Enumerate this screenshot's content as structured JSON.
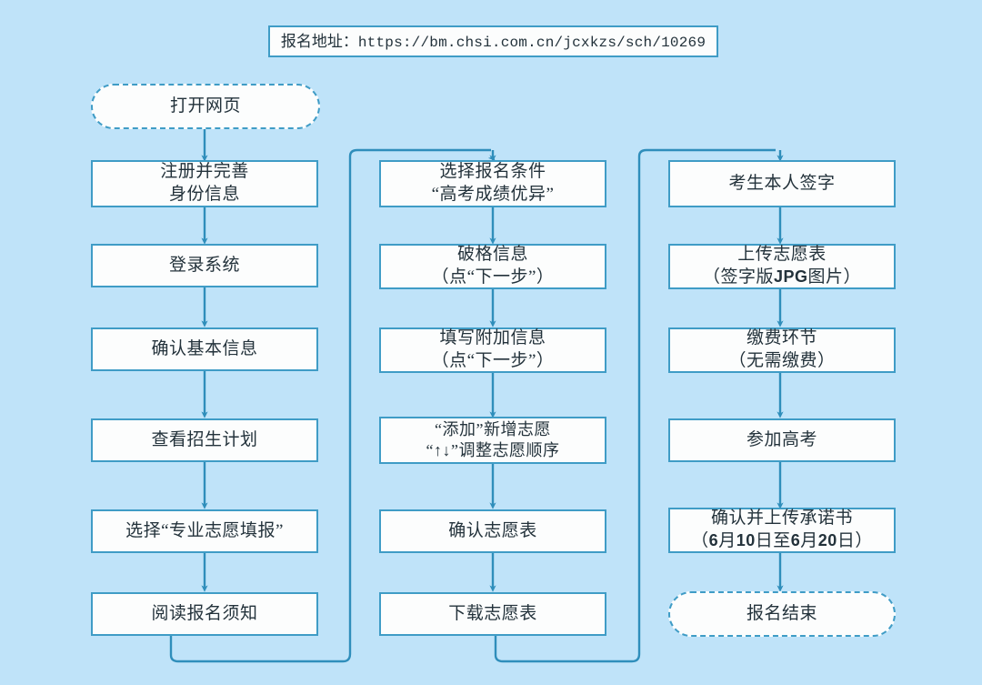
{
  "page": {
    "background_color": "#bfe3f9",
    "line_color": "#2f8ebb",
    "box_border_color": "#3f9cc6",
    "box_fill_color": "#fcfdfd",
    "text_color": "#23323b"
  },
  "url_banner": {
    "label": "报名地址：",
    "url": "https://bm.chsi.com.cn/jcxkzs/sch/10269"
  },
  "columns": [
    {
      "name": "column-1",
      "nodes": [
        {
          "id": "open-webpage",
          "shape": "terminal",
          "lines": [
            "打开网页"
          ]
        },
        {
          "id": "register-identity",
          "shape": "process",
          "lines": [
            "注册并完善",
            "身份信息"
          ]
        },
        {
          "id": "login-system",
          "shape": "process",
          "lines": [
            "登录系统"
          ]
        },
        {
          "id": "confirm-basic-info",
          "shape": "process",
          "lines": [
            "确认基本信息"
          ]
        },
        {
          "id": "view-enrollment-plan",
          "shape": "process",
          "lines": [
            "查看招生计划"
          ]
        },
        {
          "id": "select-major-application",
          "shape": "process",
          "lines": [
            "选择“专业志愿填报”"
          ]
        },
        {
          "id": "read-application-notice",
          "shape": "process",
          "lines": [
            "阅读报名须知"
          ]
        }
      ]
    },
    {
      "name": "column-2",
      "nodes": [
        {
          "id": "select-eligibility",
          "shape": "process",
          "lines": [
            "选择报名条件",
            "“高考成绩优异”"
          ]
        },
        {
          "id": "exceptional-info",
          "shape": "process",
          "lines": [
            "破格信息",
            "（点“下一步”）"
          ]
        },
        {
          "id": "fill-additional-info",
          "shape": "process",
          "lines": [
            "填写附加信息",
            "（点“下一步”）"
          ]
        },
        {
          "id": "add-adjust-choices",
          "shape": "process",
          "lines": [
            "“添加”新增志愿",
            "“↑↓”调整志愿顺序"
          ]
        },
        {
          "id": "confirm-choice-form",
          "shape": "process",
          "lines": [
            "确认志愿表"
          ]
        },
        {
          "id": "download-choice-form",
          "shape": "process",
          "lines": [
            "下载志愿表"
          ]
        }
      ]
    },
    {
      "name": "column-3",
      "nodes": [
        {
          "id": "candidate-signature",
          "shape": "process",
          "lines": [
            "考生本人签字"
          ]
        },
        {
          "id": "upload-choice-form",
          "shape": "process",
          "lines": [
            "上传志愿表",
            "（签字版<b>JPG</b>图片）"
          ]
        },
        {
          "id": "payment-step",
          "shape": "process",
          "lines": [
            "缴费环节",
            "（无需缴费）"
          ]
        },
        {
          "id": "take-gaokao",
          "shape": "process",
          "lines": [
            "参加高考"
          ]
        },
        {
          "id": "confirm-upload-commitment",
          "shape": "process",
          "lines": [
            "确认并上传承诺书",
            "（<b>6</b>月<b>10</b>日至<b>6</b>月<b>20</b>日）"
          ]
        },
        {
          "id": "application-end",
          "shape": "terminal",
          "lines": [
            "报名结束"
          ]
        }
      ]
    }
  ]
}
